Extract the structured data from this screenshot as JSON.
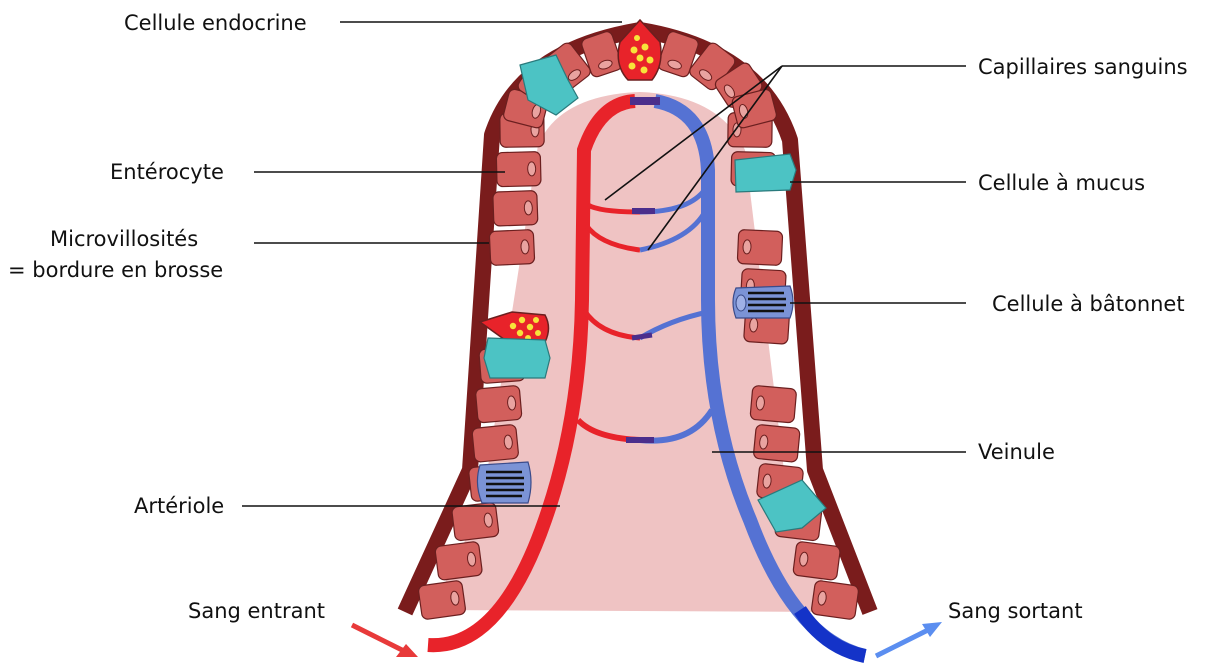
{
  "labels": {
    "endocrine_cell": "Cellule endocrine",
    "capillaries": "Capillaires sanguins",
    "enterocyte": "Entérocyte",
    "mucus_cell": "Cellule à mucus",
    "microvilli_line1": "Microvillosités",
    "microvilli_line2": "= bordure en brosse",
    "rod_cell": "Cellule à bâtonnet",
    "venule": "Veinule",
    "arteriole": "Artériole",
    "blood_in": "Sang entrant",
    "blood_out": "Sang sortant"
  },
  "colors": {
    "arterial": "#e8232a",
    "venous": "#5572d3",
    "venous_dark": "#1433c8",
    "lamina_propria": "#efc3c3",
    "enterocyte": "#d25f5c",
    "enterocyte_border": "#6b1f1f",
    "brush_border": "#7a1c1c",
    "mucus_cell": "#4cc3c4",
    "endocrine_cell": "#e8232a",
    "endocrine_granules": "#f7e43a",
    "rod_cell": "#7b93d6",
    "in_arrow": "#e83a3a",
    "out_arrow": "#5b8ef0"
  }
}
